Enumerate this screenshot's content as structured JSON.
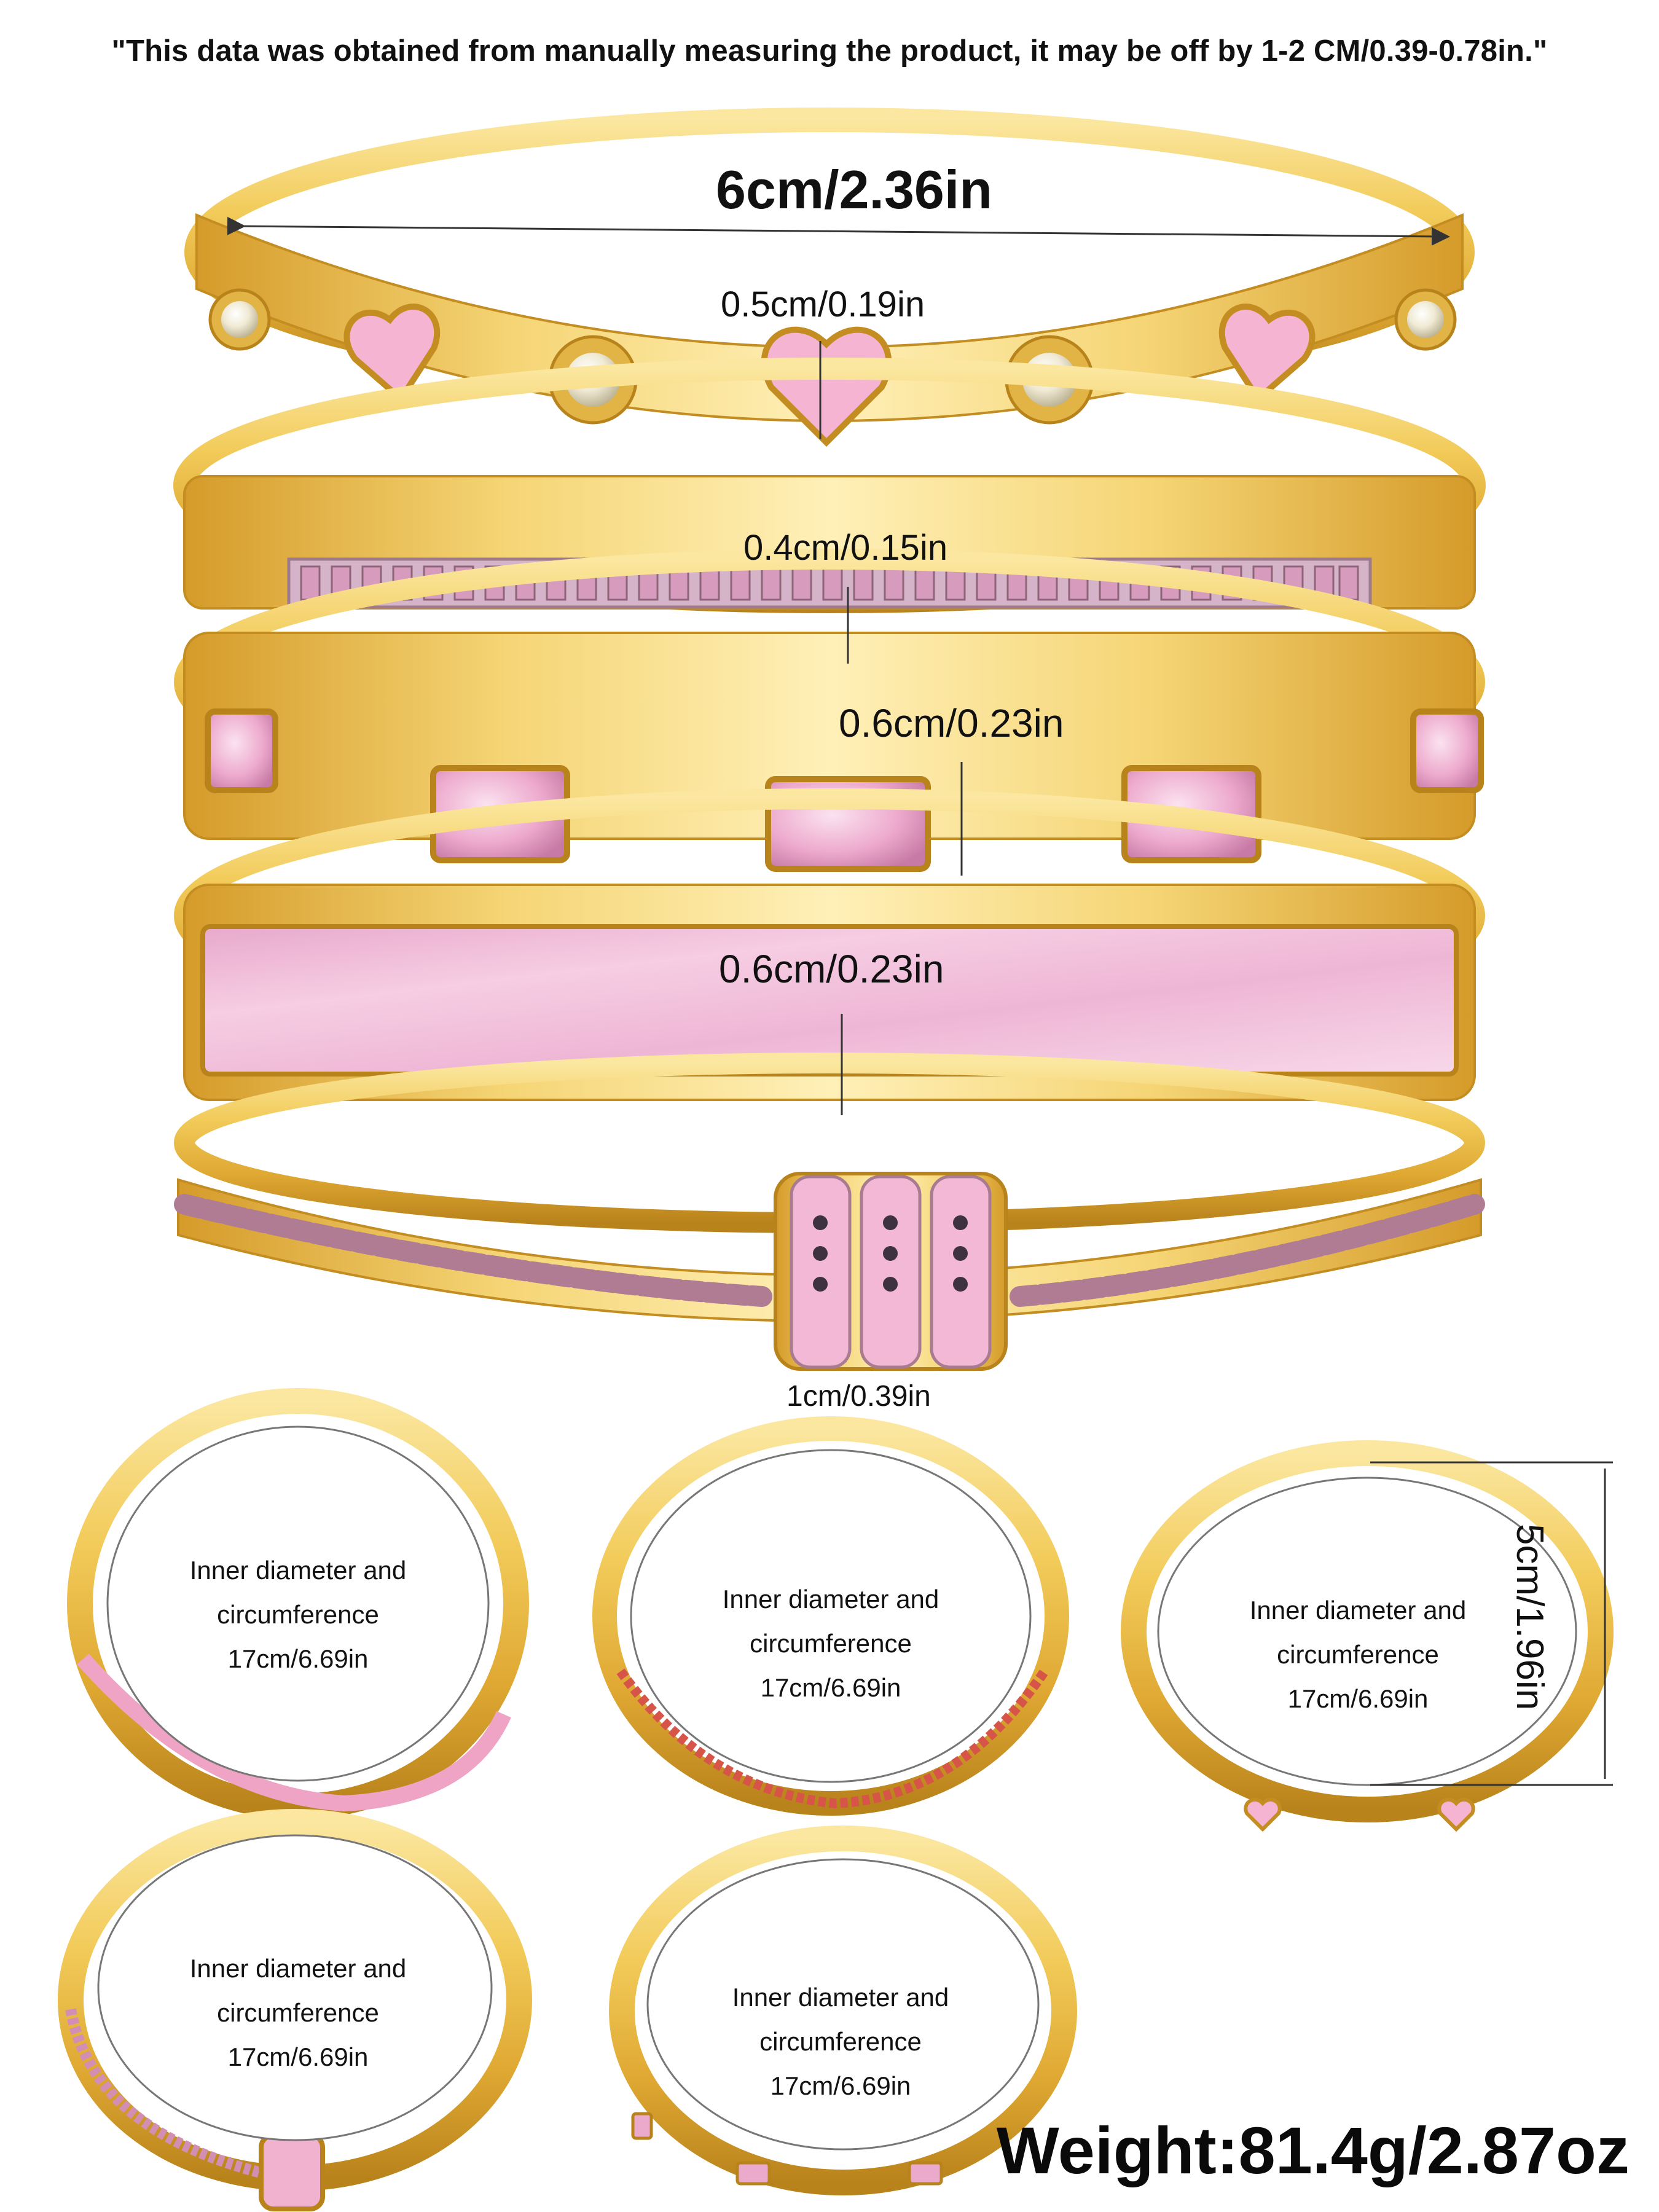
{
  "disclaimer": "\"This data was obtained from manually measuring the product, it may be off by 1-2 CM/0.39-0.78in.\"",
  "measurements": {
    "width_total": "6cm/2.36in",
    "bangle1_width": "0.5cm/0.19in",
    "bangle2_width": "0.4cm/0.15in",
    "bangle3_width": "0.6cm/0.23in",
    "bangle4_width": "0.6cm/0.23in",
    "bangle5_charm": "1cm/0.39in",
    "height": "5cm/1.96in"
  },
  "ovals": [
    {
      "title": "Inner diameter and circumference",
      "value": "17cm/6.69in"
    },
    {
      "title": "Inner diameter and circumference",
      "value": "17cm/6.69in"
    },
    {
      "title": "Inner diameter and circumference",
      "value": "17cm/6.69in"
    },
    {
      "title": "Inner diameter and circumference",
      "value": "17cm/6.69in"
    },
    {
      "title": "Inner diameter and circumference",
      "value": "17cm/6.69in"
    }
  ],
  "weight": "Weight:81.4g/2.87oz",
  "colors": {
    "gold": "#E9B93A",
    "gold_light": "#F7DE86",
    "gold_dark": "#B9831C",
    "pink": "#F2B6D3",
    "pink_stone": "#E99CC4",
    "crystal": "#E8E4D6"
  }
}
